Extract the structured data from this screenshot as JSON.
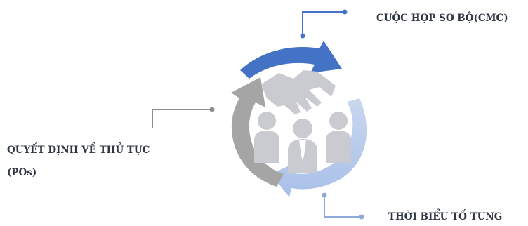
{
  "labels": {
    "cmc": "CUỘC HỌP SƠ BỘ(CMC)",
    "pos_line1": "QUYẾT ĐỊNH VỀ THỦ TỤC",
    "pos_line2": "(POs)",
    "timeline": "THỜI BIỂU TỐ TUNG"
  },
  "colors": {
    "arrow_top": "#4472c4",
    "arrow_right": "#b4c7e7",
    "arrow_left": "#a5a5a5",
    "icon_gray": "#c9cbd0",
    "connector_blue": "#4472c4",
    "connector_gray": "#8c8c8c",
    "text": "#2f3542"
  },
  "icons": [
    "handshake-icon",
    "people-group-icon"
  ]
}
